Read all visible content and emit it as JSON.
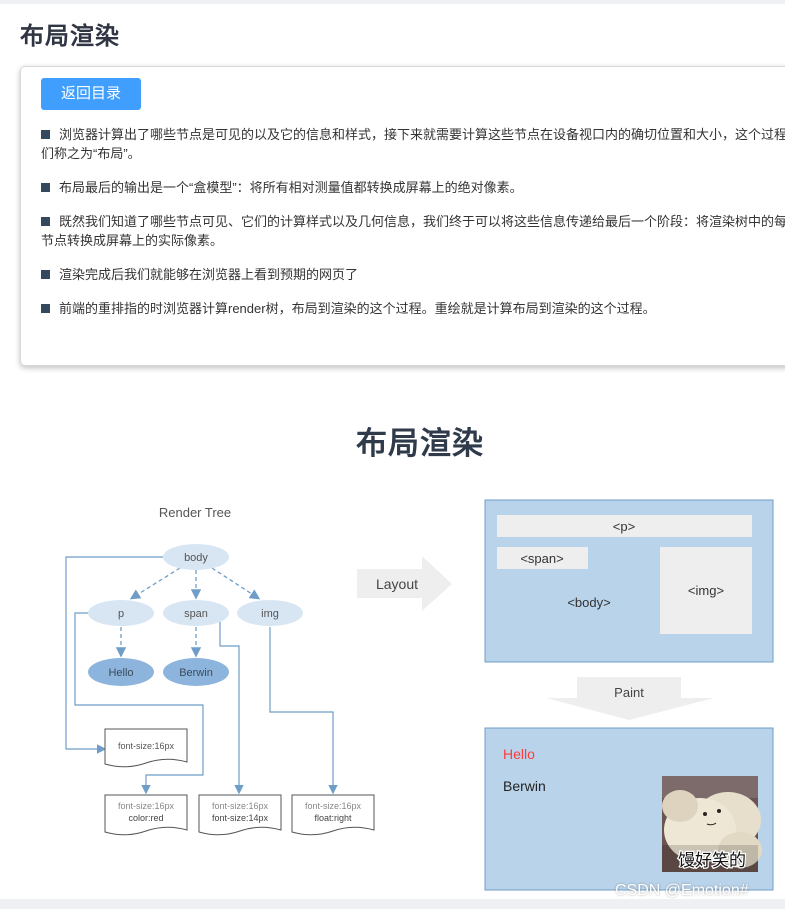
{
  "page": {
    "title": "布局渲染"
  },
  "card": {
    "back_button": "返回目录",
    "notes": [
      "浏览器计算出了哪些节点是可见的以及它的信息和样式，接下来就需要计算这些节点在设备视口内的确切位置和大小，这个过程我们称之为“布局”。",
      "布局最后的输出是一个“盒模型”：将所有相对测量值都转换成屏幕上的绝对像素。",
      "既然我们知道了哪些节点可见、它们的计算样式以及几何信息，我们终于可以将这些信息传递给最后一个阶段：将渲染树中的每个节点转换成屏幕上的实际像素。",
      "渲染完成后我们就能够在浏览器上看到预期的网页了",
      "前端的重排指的时浏览器计算render树，布局到渲染的这个过程。重绘就是计算布局到渲染的这个过程。"
    ]
  },
  "figure": {
    "title": "布局渲染",
    "render_tree_label": "Render Tree",
    "nodes": {
      "body": "body",
      "p": "p",
      "span": "span",
      "img": "img",
      "hello": "Hello",
      "berwin": "Berwin"
    },
    "styles": {
      "body_style": "font-size:16px",
      "p_style_1": "font-size:16px",
      "p_style_2": "color:red",
      "span_style_1": "font-size:16px",
      "span_style_2": "font-size:14px",
      "img_style_1": "font-size:16px",
      "img_style_2": "float:right"
    },
    "layout_arrow": "Layout",
    "paint_arrow": "Paint",
    "layout_box": {
      "p": "<p>",
      "span": "<span>",
      "body": "<body>",
      "img": "<img>"
    },
    "paint_box": {
      "hello": "Hello",
      "berwin": "Berwin",
      "image_caption": "馒好笑的"
    },
    "colors": {
      "accent": "#409eff",
      "box_fill": "#b9d3ea",
      "box_border": "#6f9dc7",
      "hello_red": "#ff3b3b"
    }
  },
  "watermark": "CSDN @Emotion#"
}
